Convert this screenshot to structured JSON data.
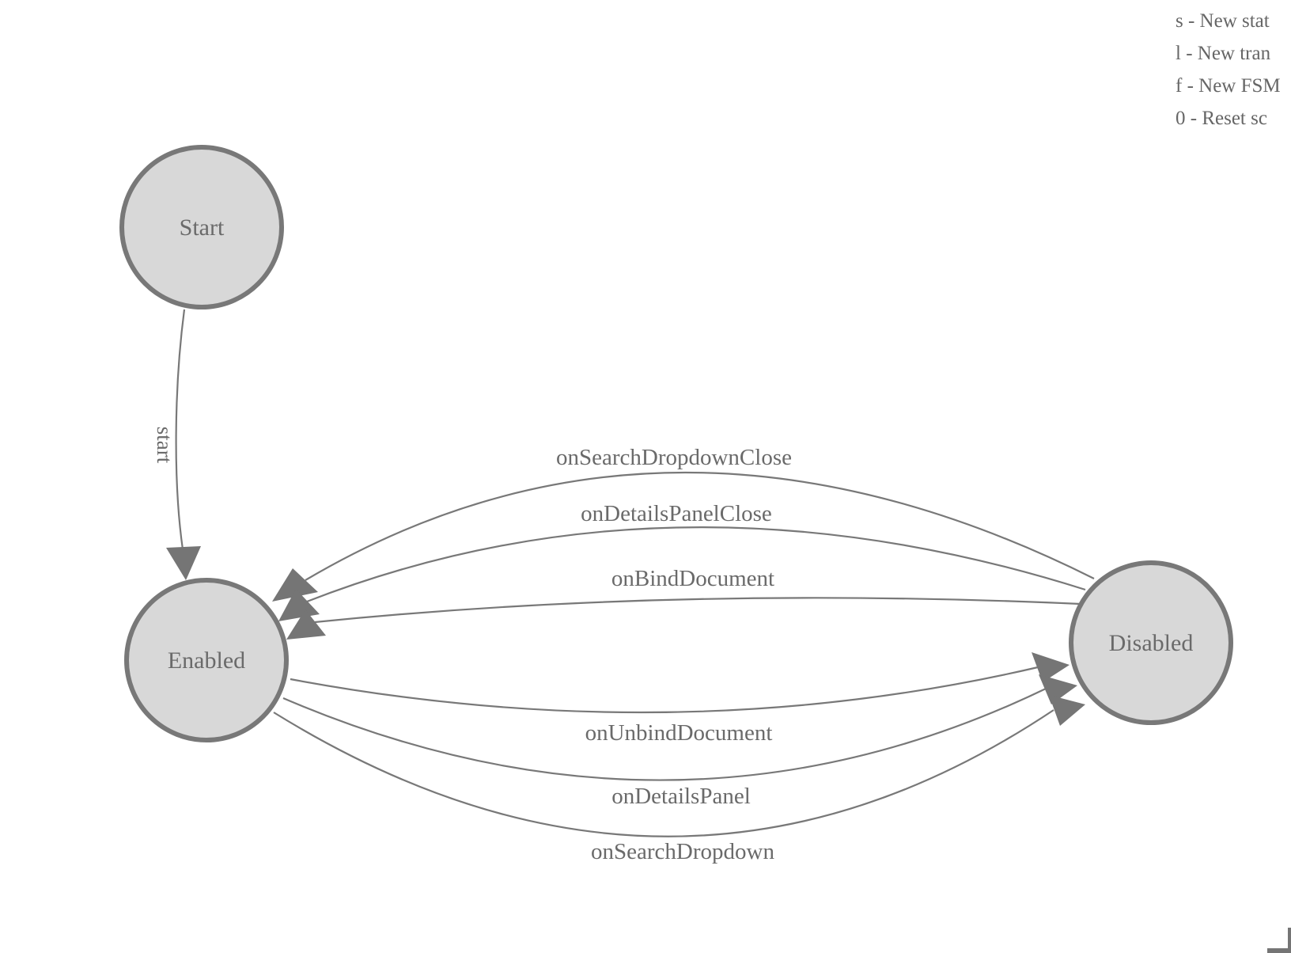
{
  "diagram": {
    "type": "fsm-state-diagram",
    "nodes": [
      {
        "id": "start",
        "label": "Start"
      },
      {
        "id": "enabled",
        "label": "Enabled"
      },
      {
        "id": "disabled",
        "label": "Disabled"
      }
    ],
    "edges": [
      {
        "from": "start",
        "to": "enabled",
        "label": "start"
      },
      {
        "from": "disabled",
        "to": "enabled",
        "label": "onSearchDropdownClose"
      },
      {
        "from": "disabled",
        "to": "enabled",
        "label": "onDetailsPanelClose"
      },
      {
        "from": "disabled",
        "to": "enabled",
        "label": "onBindDocument"
      },
      {
        "from": "enabled",
        "to": "disabled",
        "label": "onUnbindDocument"
      },
      {
        "from": "enabled",
        "to": "disabled",
        "label": "onDetailsPanel"
      },
      {
        "from": "enabled",
        "to": "disabled",
        "label": "onSearchDropdown"
      }
    ]
  },
  "legend": {
    "lines": [
      "s - New stat",
      "l - New tran",
      "f - New FSM",
      "0 - Reset sc"
    ]
  },
  "colors": {
    "background": "#ffffff",
    "node_fill": "#d8d8d8",
    "node_stroke": "#787878",
    "edge_stroke": "#787878",
    "arrowhead_fill": "#757575",
    "label_text": "#6a6a6a",
    "legend_text": "#666666"
  }
}
